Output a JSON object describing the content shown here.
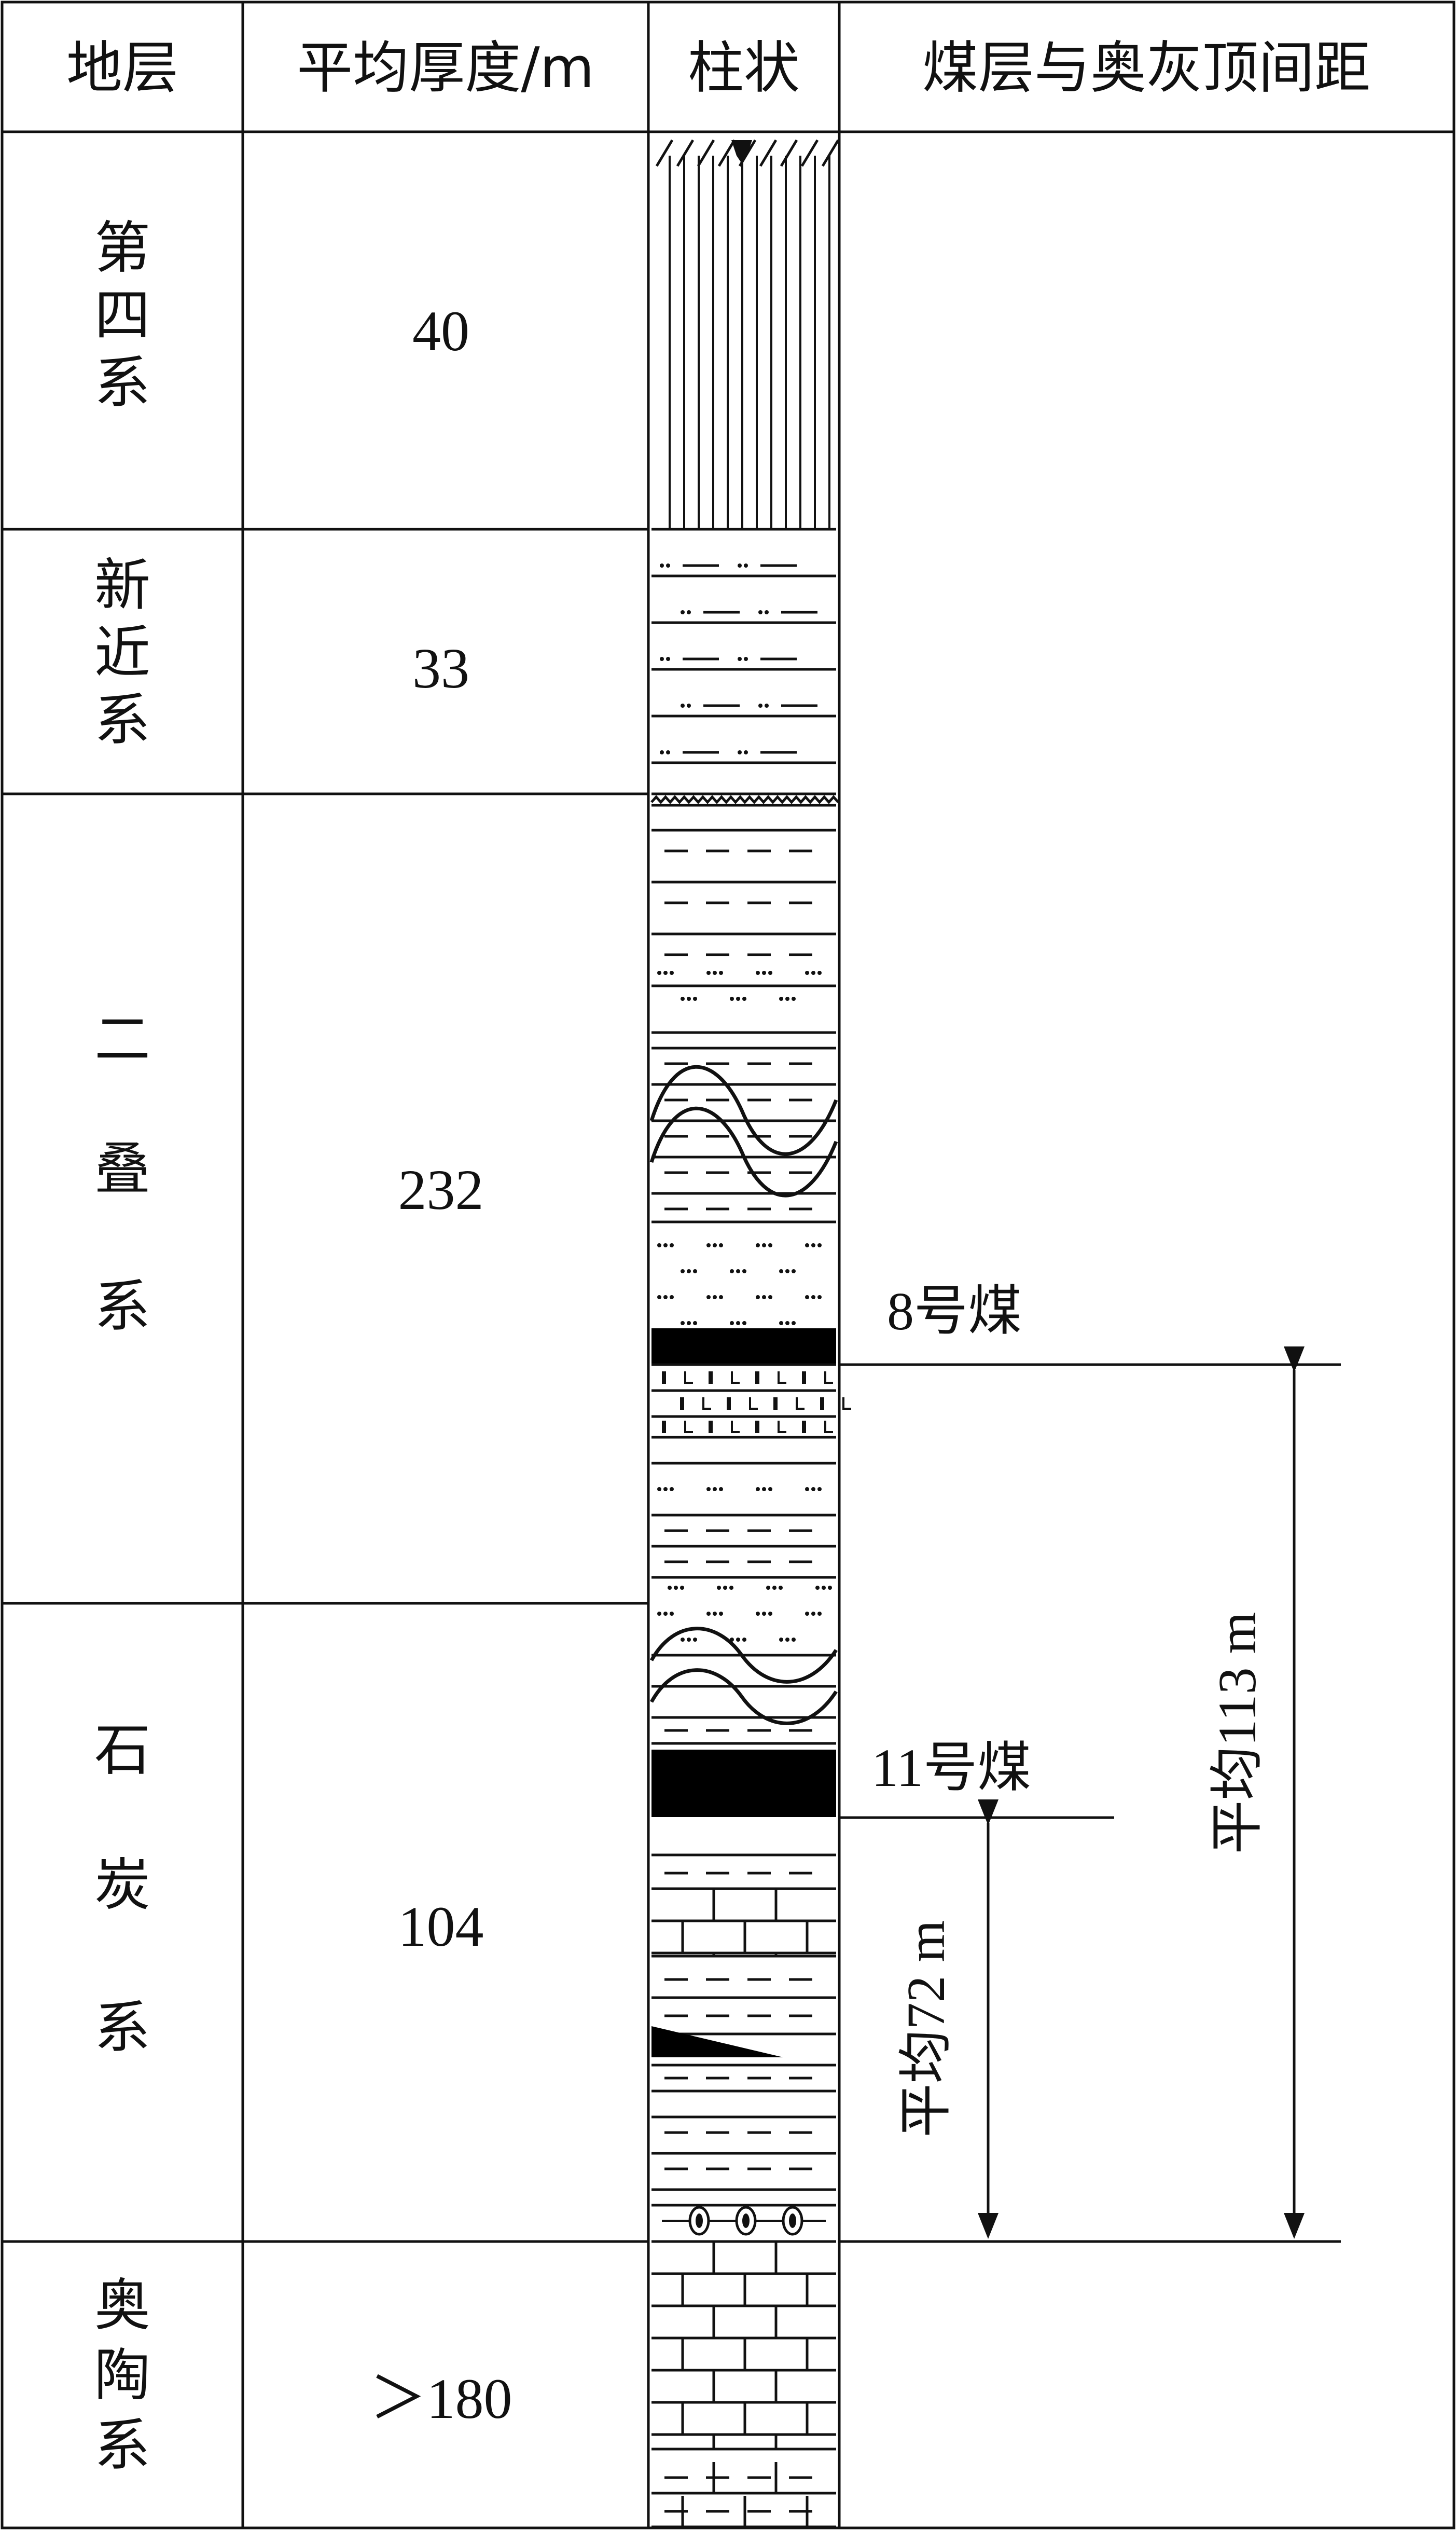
{
  "headers": {
    "stratum": "地层",
    "thickness": "平均厚度/m",
    "column": "柱状",
    "distance": "煤层与奥灰顶间距"
  },
  "strata": [
    {
      "id": "quaternary",
      "name_chars": [
        "第",
        "四",
        "系"
      ],
      "thickness": "40"
    },
    {
      "id": "neogene",
      "name_chars": [
        "新",
        "近",
        "系"
      ],
      "thickness": "33"
    },
    {
      "id": "permian",
      "name_chars": [
        "二",
        "叠",
        "系"
      ],
      "thickness": "232"
    },
    {
      "id": "carboniferous",
      "name_chars": [
        "石",
        "炭",
        "系"
      ],
      "thickness": "104"
    },
    {
      "id": "ordovician",
      "name_chars": [
        "奥",
        "陶",
        "系"
      ],
      "thickness": "＞180"
    }
  ],
  "coal_labels": {
    "coal8": "8号煤",
    "coal11": "11号煤"
  },
  "distances": {
    "coal8_to_ordovician": "平均113 m",
    "coal11_to_ordovician": "平均72 m"
  },
  "colors": {
    "line": "#111111",
    "coal": "#000000",
    "background": "#ffffff"
  }
}
